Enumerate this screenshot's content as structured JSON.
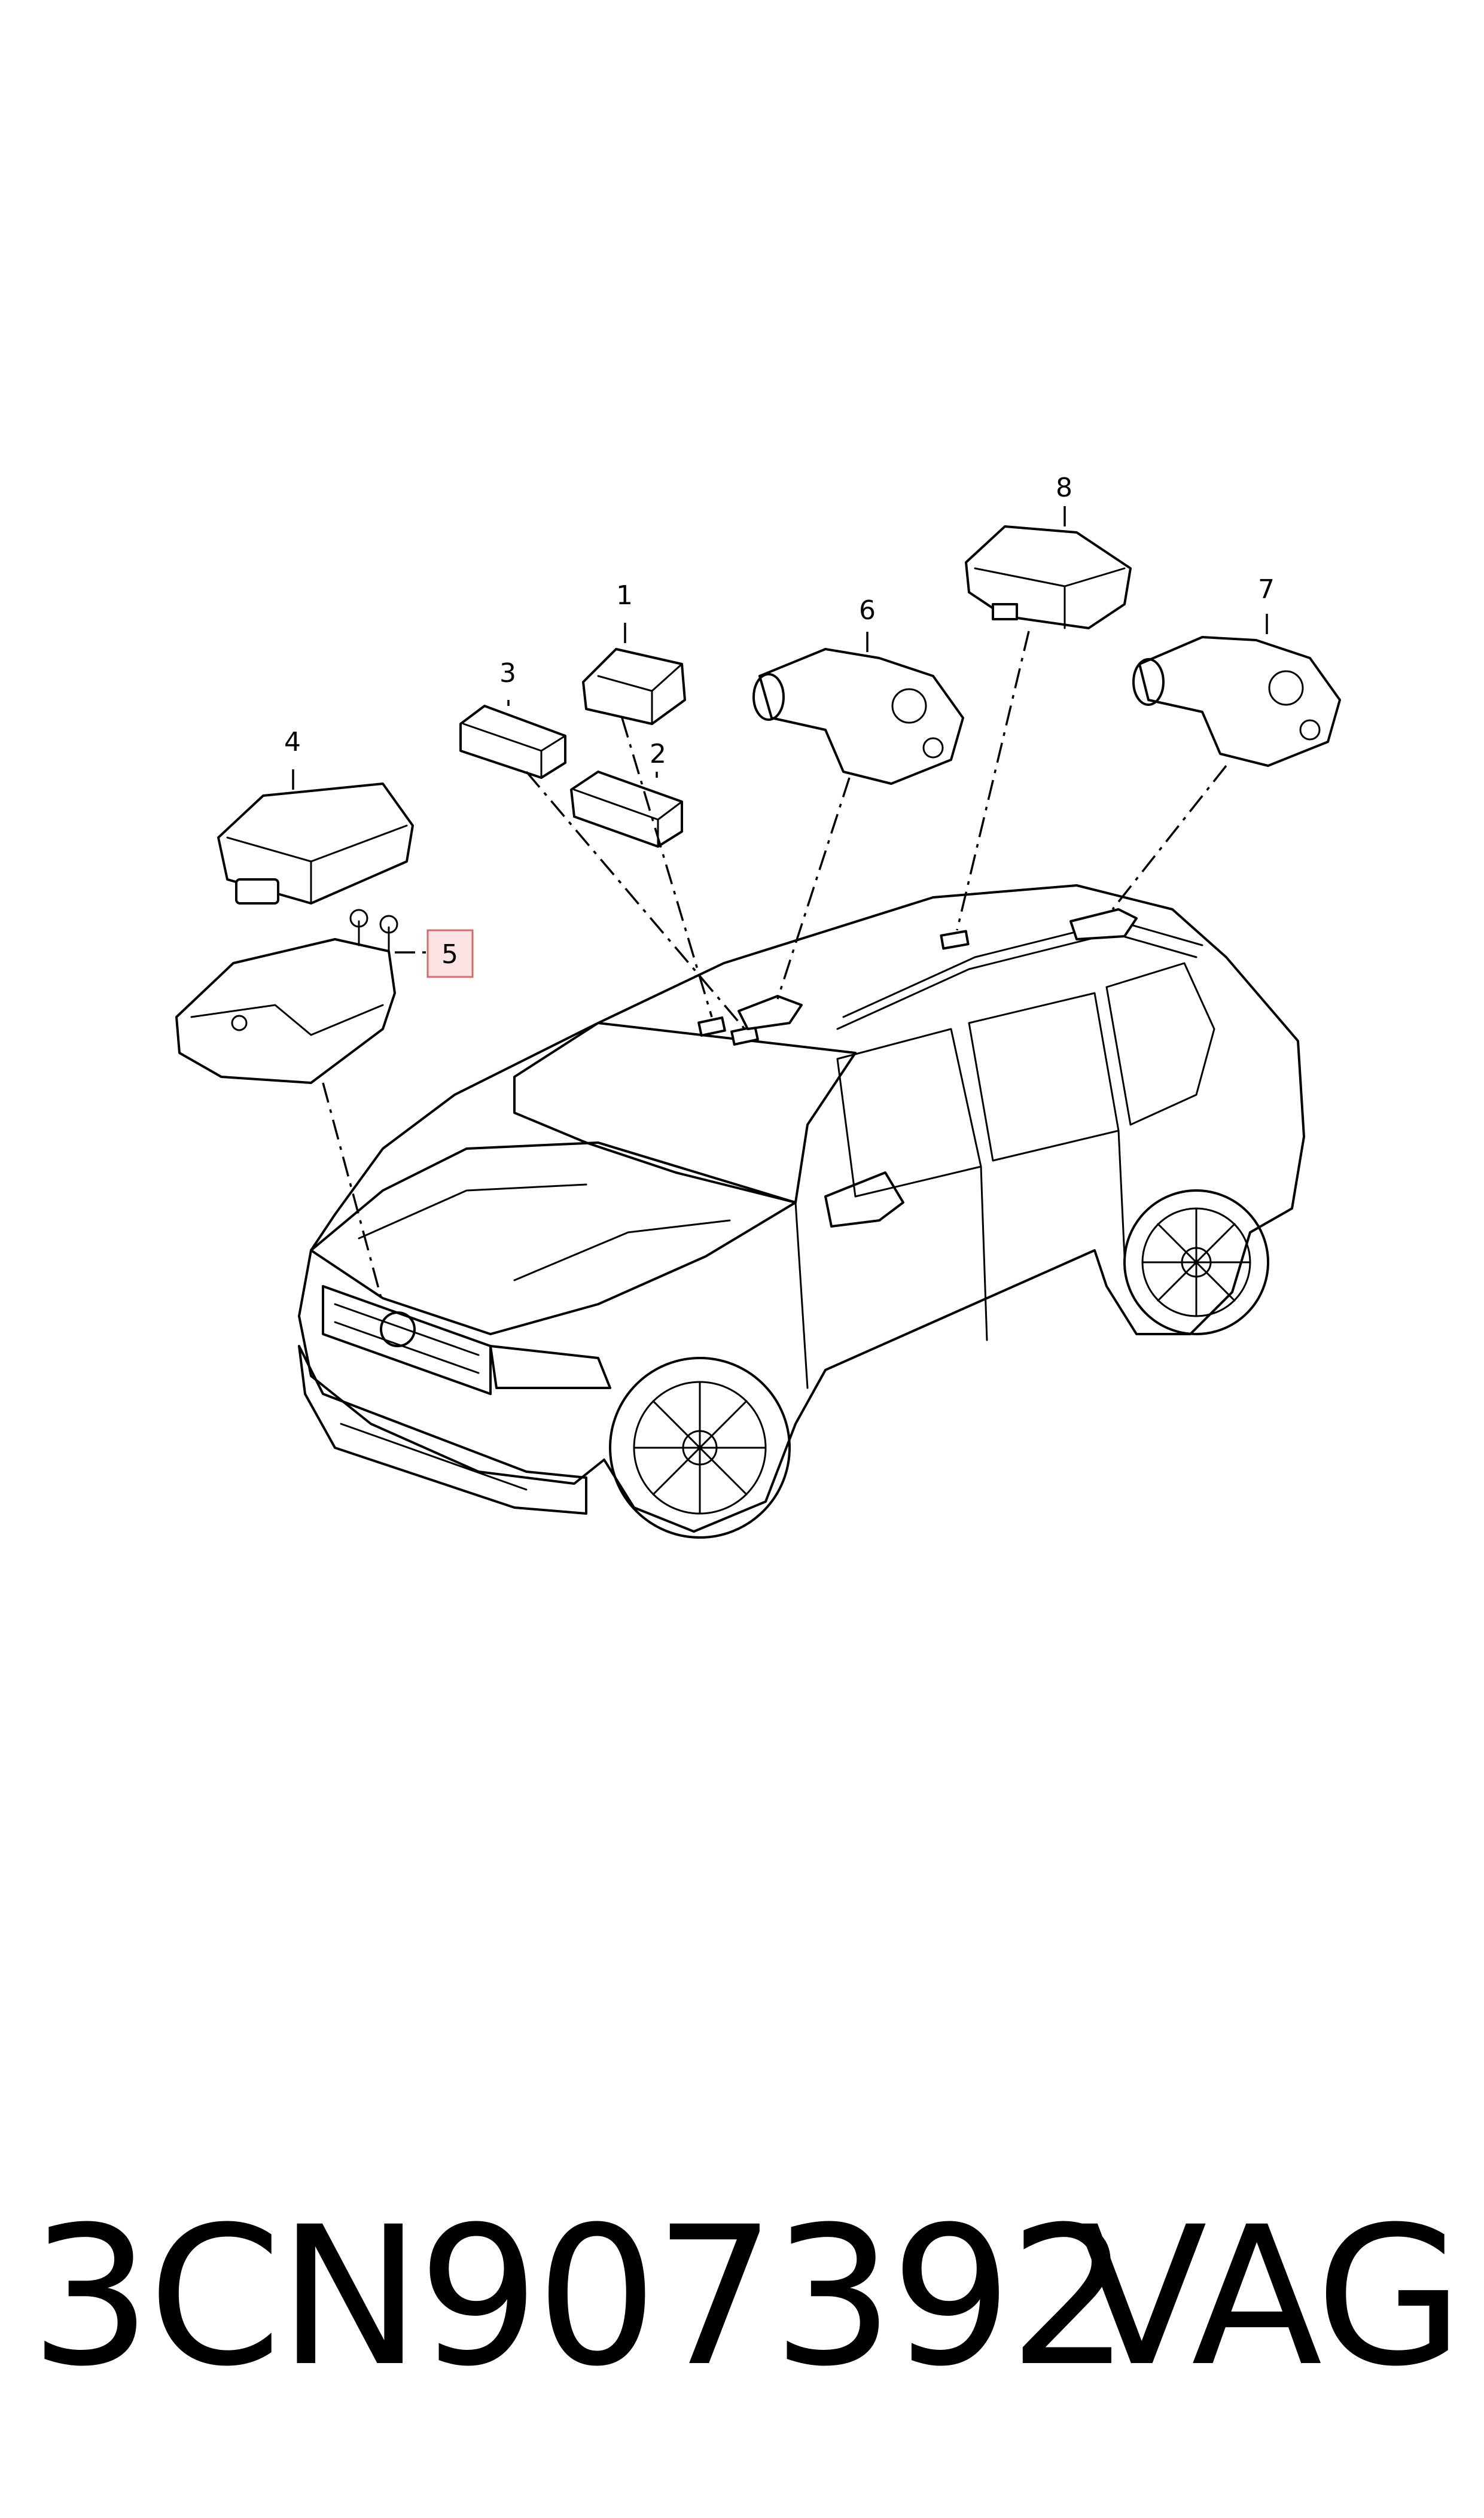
{
  "callouts": [
    {
      "id": "1",
      "label": "1"
    },
    {
      "id": "2",
      "label": "2"
    },
    {
      "id": "3",
      "label": "3"
    },
    {
      "id": "4",
      "label": "4"
    },
    {
      "id": "5",
      "label": "5",
      "highlighted": true
    },
    {
      "id": "6",
      "label": "6"
    },
    {
      "id": "7",
      "label": "7"
    },
    {
      "id": "8",
      "label": "8"
    }
  ],
  "caption": {
    "part_number": "3CN907392",
    "brand": "VAG"
  },
  "colors": {
    "line": "#000000",
    "highlight_fill": "#fde4e4",
    "highlight_stroke": "#d96a6a",
    "background": "#ffffff"
  }
}
